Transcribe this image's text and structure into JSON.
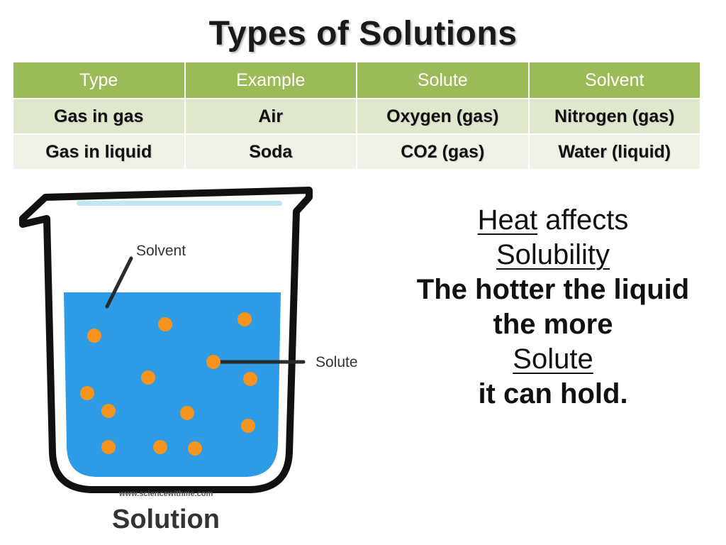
{
  "slide": {
    "title": "Types of Solutions"
  },
  "table": {
    "headers": [
      "Type",
      "Example",
      "Solute",
      "Solvent"
    ],
    "rows": [
      [
        "Gas in gas",
        "Air",
        "Oxygen (gas)",
        "Nitrogen (gas)"
      ],
      [
        "Gas in liquid",
        "Soda",
        "CO2 (gas)",
        "Water (liquid)"
      ]
    ]
  },
  "diagram": {
    "solvent_label": "Solvent",
    "solute_label": "Solute",
    "watermark": "www.sciencewithme.com",
    "caption": "Solution",
    "colors": {
      "liquid": "#2d9be6",
      "particles": "#f7941d",
      "beaker_outline": "#111111",
      "rim": "#bde8f2"
    }
  },
  "heat_text": {
    "line1_underlined": "Heat",
    "line1_rest": " affects",
    "line2_underlined": "Solubility",
    "line3": "The hotter the liquid",
    "line4": "the more",
    "line5_underlined": "Solute",
    "line6": "it can hold."
  },
  "colors": {
    "header_bg": "#9bbb59",
    "row1_bg": "#dfe8cd",
    "row2_bg": "#eff3e7"
  }
}
